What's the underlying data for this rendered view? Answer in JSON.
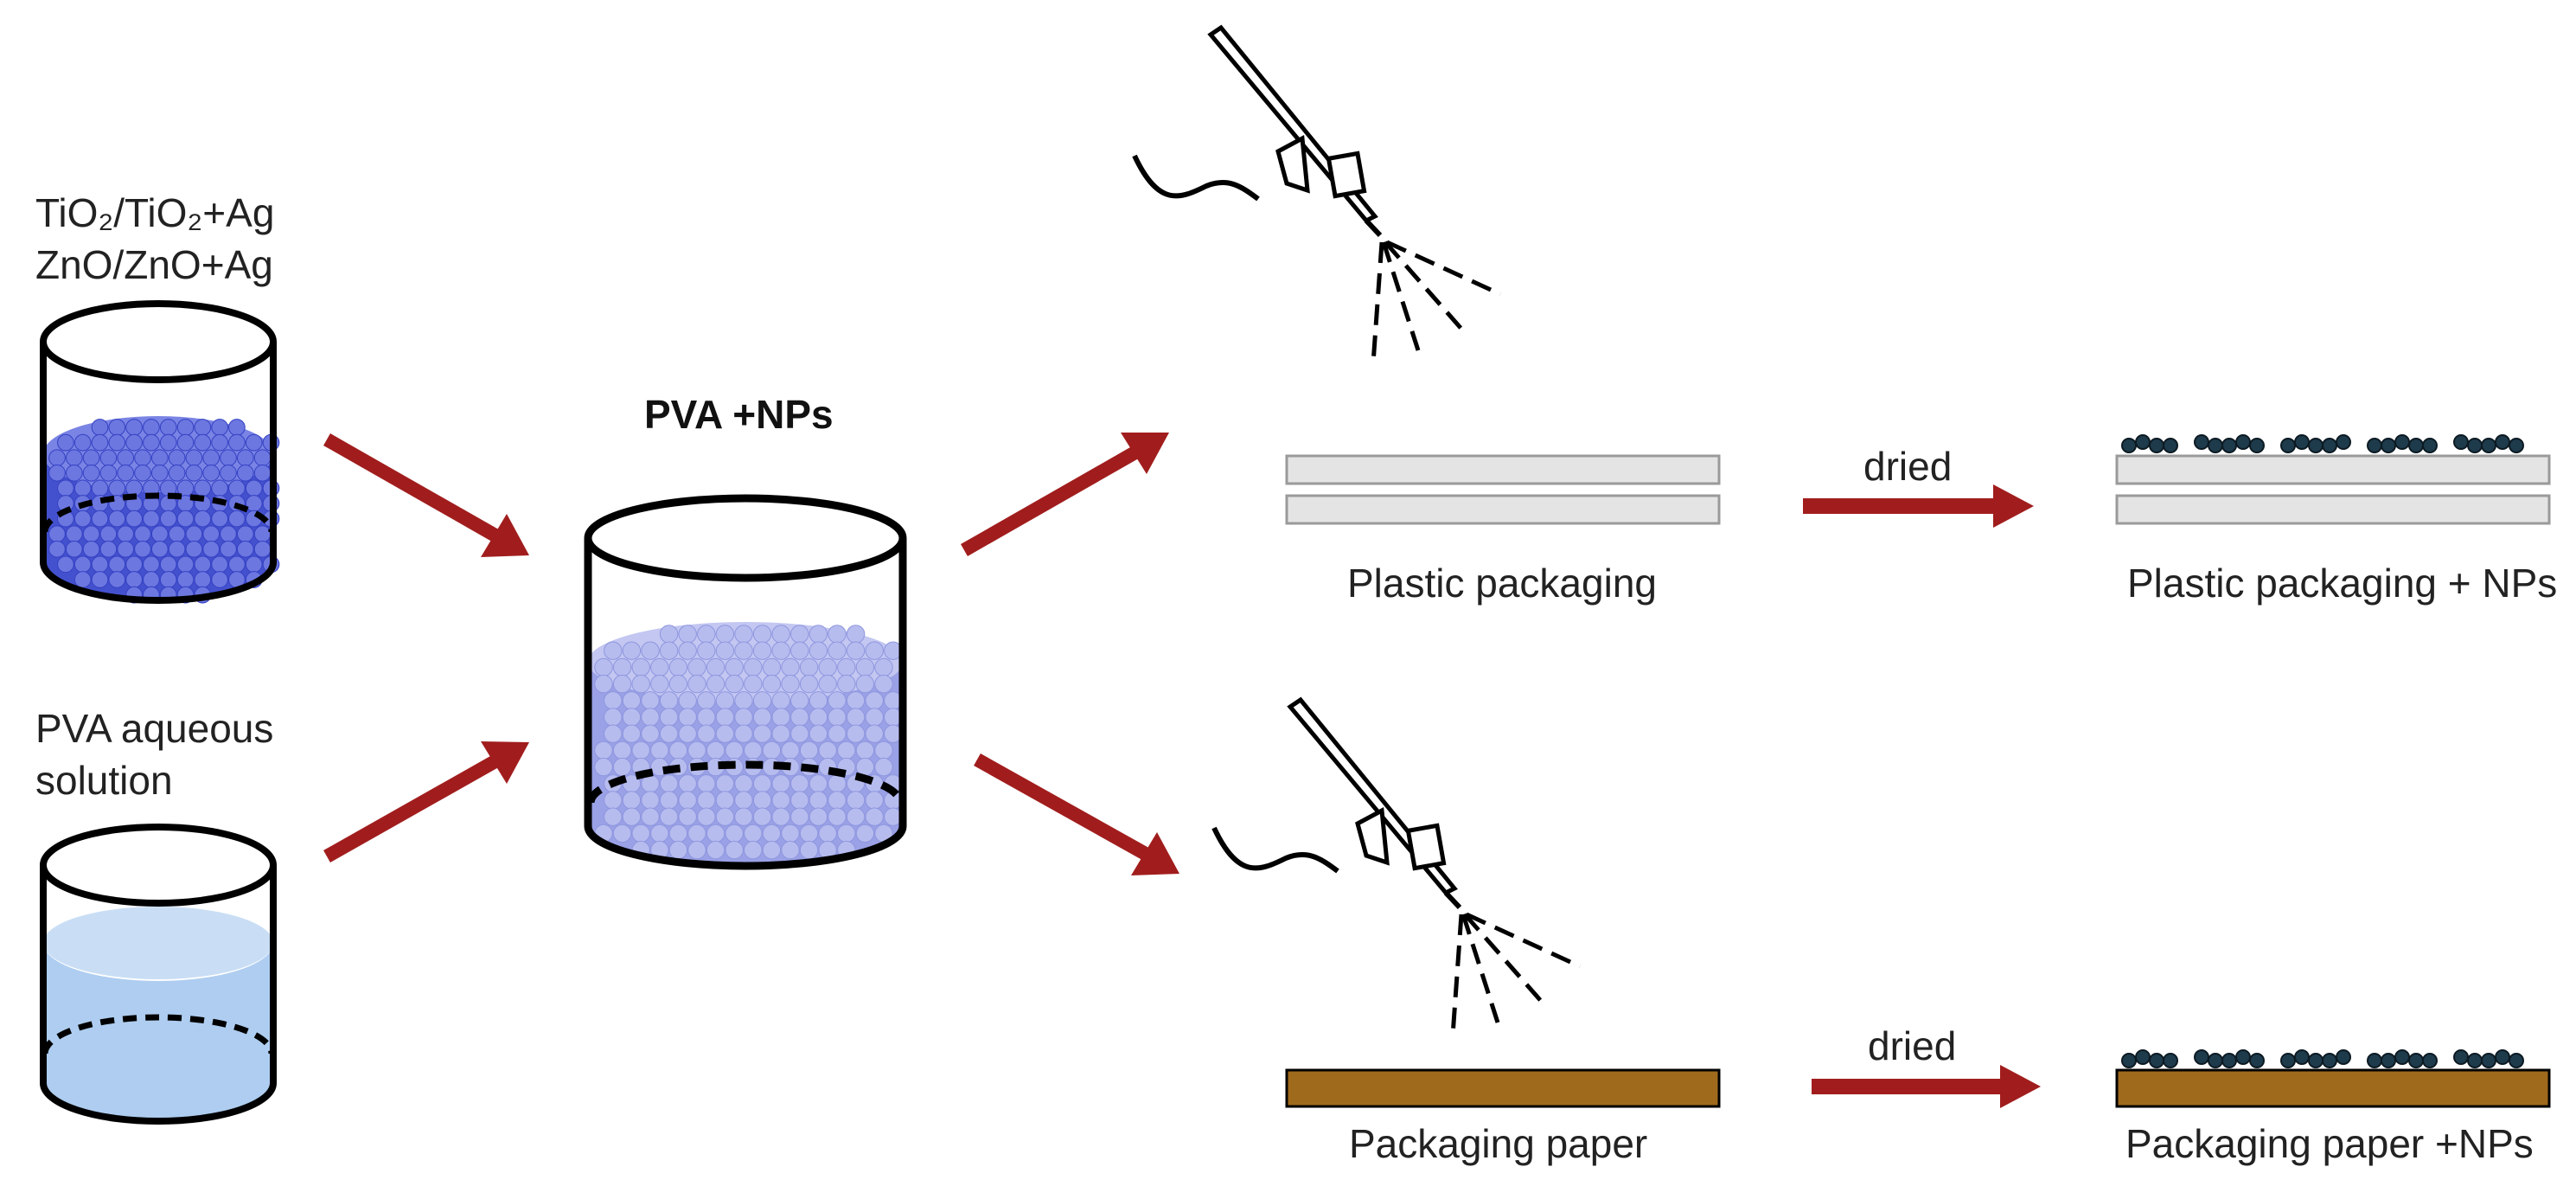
{
  "labels": {
    "np_line1": "TiO₂/TiO₂+Ag",
    "np_line2": "ZnO/ZnO+Ag",
    "pva_line1": "PVA aqueous",
    "pva_line2": "solution",
    "mix": "PVA +NPs",
    "plastic": "Plastic packaging",
    "plastic_np": "Plastic packaging + NPs",
    "paper": "Packaging paper",
    "paper_np": "Packaging paper +NPs",
    "dried_top": "dried",
    "dried_bottom": "dried"
  },
  "colors": {
    "arrow": "#a11d1d",
    "np_blue": "#3b49c9",
    "mix_blue": "#8f97e0",
    "solution": "#aecdf0",
    "plastic": "#e4e4e4",
    "paper": "#a06a1c",
    "np_dot": "#1e3b4c"
  },
  "icons": [
    "beaker-icon",
    "airbrush-icon",
    "arrow-icon",
    "nanoparticle-icon"
  ]
}
